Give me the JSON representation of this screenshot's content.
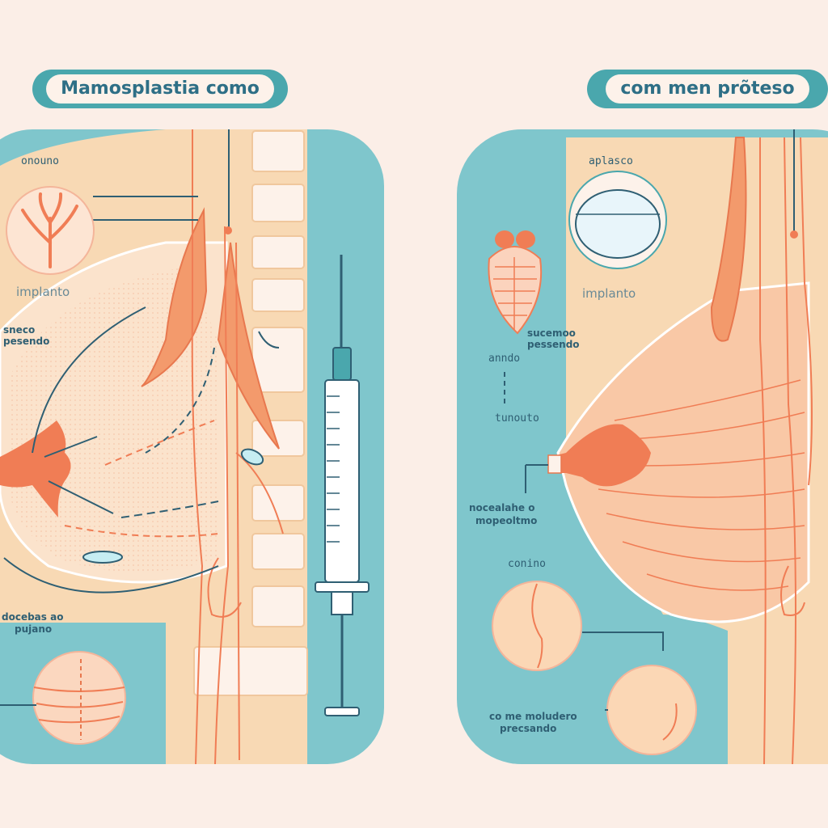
{
  "titles": {
    "left": "Mamosplastia como",
    "right": "com men prõteso"
  },
  "left_panel": {
    "label_top": "onouno",
    "label_implant": "implanto",
    "label_ducts_1": "sneco",
    "label_ducts_2": "pesendo",
    "label_bottom_1": "docebas ao",
    "label_bottom_2": "pujano"
  },
  "right_panel": {
    "label_top": "aplasco",
    "label_implant": "implanto",
    "label_sub_1": "sucemoo",
    "label_sub_2": "pessendo",
    "label_side_1": "anndo",
    "label_side_2": "tunouto",
    "label_nipple_1": "nocealahe o",
    "label_nipple_2": "mopeoltmo",
    "label_circle": "conino",
    "label_bottom_1": "co me moludero",
    "label_bottom_2": "precsando"
  },
  "colors": {
    "background": "#fbeee7",
    "teal": "#7fc6cc",
    "teal_dark": "#4aa7ad",
    "skin": "#f8d9b4",
    "coral": "#f07d55",
    "navy": "#2f5f73"
  }
}
